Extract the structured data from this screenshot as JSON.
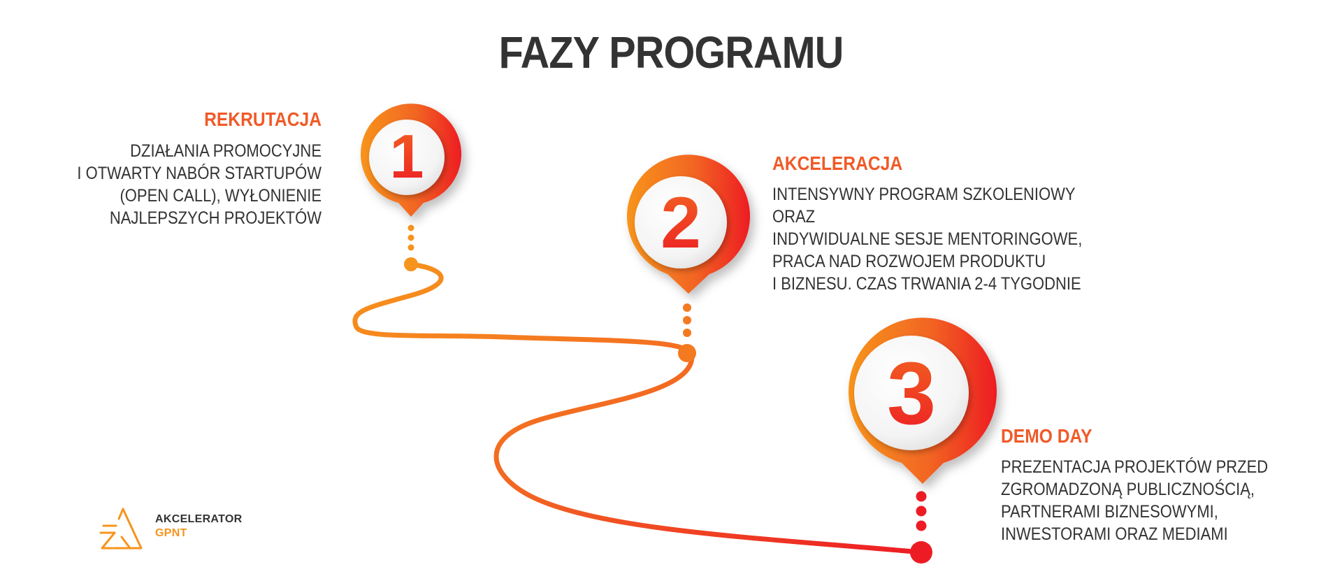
{
  "title": "FAZY PROGRAMU",
  "colors": {
    "accent_orange": "#f7941d",
    "accent_red": "#ed1c24",
    "heading_orange": "#f05a28",
    "text_dark": "#333333"
  },
  "phases": [
    {
      "number": "1",
      "title": "REKRUTACJA",
      "description": "DZIAŁANIA PROMOCYJNE\nI OTWARTY NABÓR STARTUPÓW\n(OPEN CALL), WYŁONIENIE\nNAJLEPSZYCH PROJEKTÓW"
    },
    {
      "number": "2",
      "title": "AKCELERACJA",
      "description": "INTENSYWNY PROGRAM SZKOLENIOWY ORAZ\nINDYWIDUALNE SESJE MENTORINGOWE,\nPRACA NAD ROZWOJEM PRODUKTU\nI BIZNESU. CZAS TRWANIA 2-4 TYGODNIE"
    },
    {
      "number": "3",
      "title": "DEMO DAY",
      "description": "PREZENTACJA PROJEKTÓW PRZED\nZGROMADZONĄ PUBLICZNOŚCIĄ,\nPARTNERAMI BIZNESOWYMI,\nINWESTORAMI ORAZ MEDIAMI"
    }
  ],
  "logo": {
    "line1": "AKCELERATOR",
    "line2": "GPNT",
    "icon": "akcelerator-logo-icon"
  }
}
